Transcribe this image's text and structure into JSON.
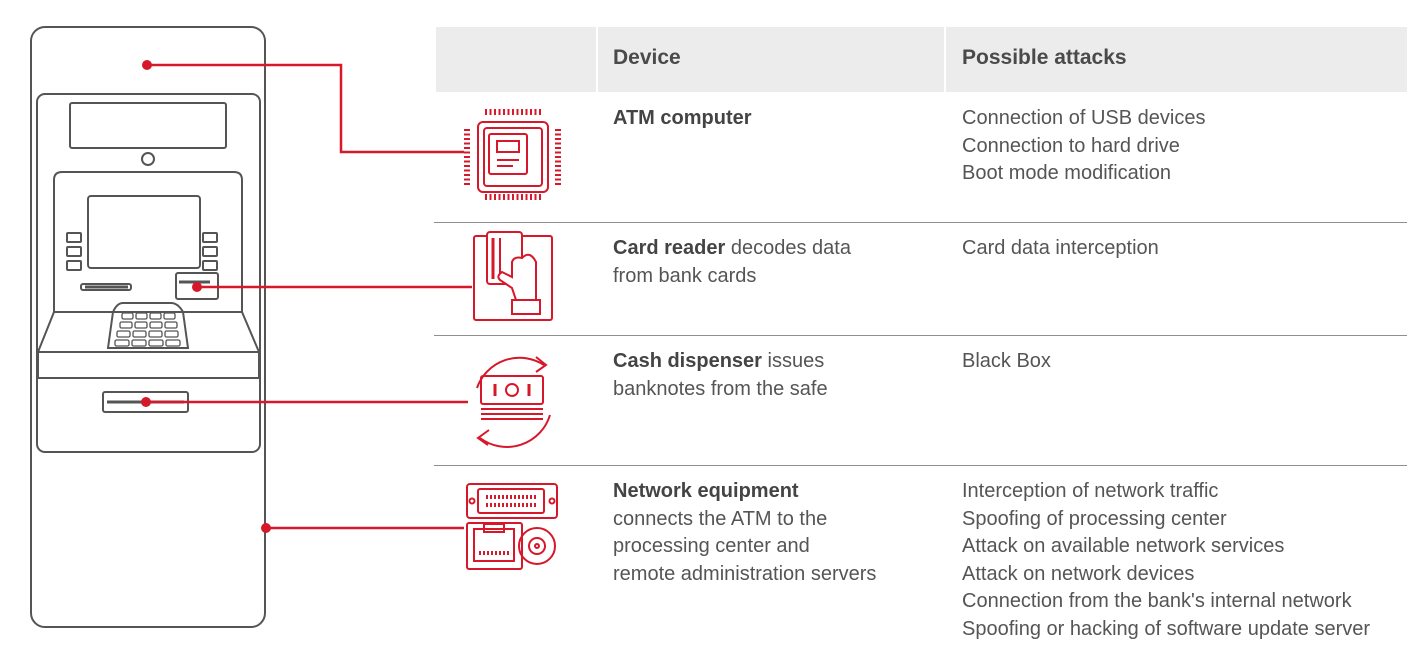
{
  "header": {
    "device": "Device",
    "attacks": "Possible attacks"
  },
  "rows": [
    {
      "icon": "cpu-chip-icon",
      "device_bold": "ATM computer",
      "device_rest": "",
      "attacks": [
        "Connection of USB devices",
        "Connection to hard drive",
        "Boot mode modification"
      ]
    },
    {
      "icon": "hand-card-icon",
      "device_bold": "Card reader",
      "device_rest": [
        " decodes data",
        "from bank cards"
      ],
      "attacks": [
        "Card data interception"
      ]
    },
    {
      "icon": "cash-cycle-icon",
      "device_bold": "Cash dispenser",
      "device_rest": [
        " issues",
        "banknotes from the safe"
      ],
      "attacks": [
        "Black Box"
      ]
    },
    {
      "icon": "network-ports-icon",
      "device_bold": "Network equipment",
      "device_rest": [
        "connects the ATM to the",
        "processing center and",
        "remote administration servers"
      ],
      "attacks": [
        "Interception of network traffic",
        "Spoofing of processing center",
        "Attack on available network services",
        "Attack on network devices",
        "Connection from the bank's internal network",
        "Spoofing or hacking of software update server"
      ]
    }
  ],
  "colors": {
    "accent": "#d7182a",
    "outline": "#555555",
    "header_bg": "#ececec"
  }
}
